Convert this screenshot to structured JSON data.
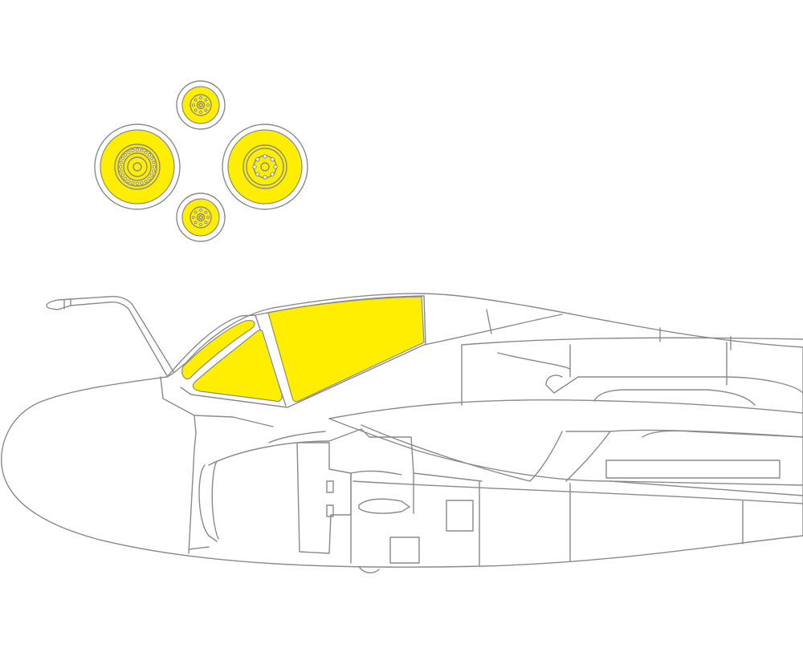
{
  "colors": {
    "mask": "#ffee00",
    "outline": "#8a8a8a",
    "background": "#ffffff"
  },
  "wheel_masks": [
    {
      "id": "nose-wheel-top",
      "kind": "small",
      "hub_bolts": 8
    },
    {
      "id": "main-wheel-left",
      "kind": "large",
      "hub_bolts": 24
    },
    {
      "id": "main-wheel-right",
      "kind": "large",
      "hub_bolts": 8
    },
    {
      "id": "nose-wheel-bottom",
      "kind": "small",
      "hub_bolts": 8
    }
  ],
  "canopy_masks": [
    {
      "id": "windscreen-side-thin"
    },
    {
      "id": "windscreen-front-triangle"
    },
    {
      "id": "canopy-side-panel"
    }
  ]
}
